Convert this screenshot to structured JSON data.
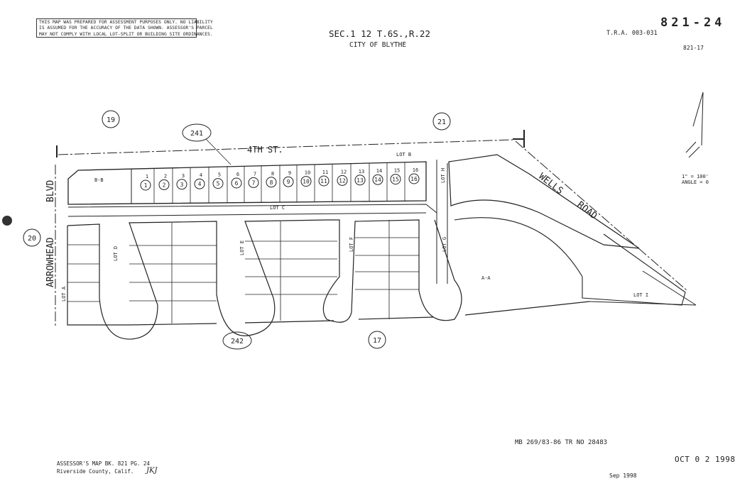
{
  "disclaimer": {
    "line1": "THIS MAP WAS PREPARED FOR ASSESSMENT PURPOSES ONLY. NO LIABILITY",
    "line2": "IS ASSUMED FOR THE ACCURACY OF THE DATA SHOWN. ASSESSOR'S PARCEL",
    "line3": "MAY NOT COMPLY WITH LOCAL LOT-SPLIT OR BUILDING SITE ORDINANCES."
  },
  "header": {
    "section": "SEC.1 12 T.6S.,R.22",
    "city": "CITY OF BLYTHE",
    "tra": "T.R.A. 003-031",
    "page_number": "821-24",
    "sub_reference": "821-17"
  },
  "scale": {
    "line1": "1\" = 100'",
    "line2": "ANGLE = 0"
  },
  "streets": {
    "fourth": "4TH  ST.",
    "arrowhead": "ARROWHEAD",
    "blvd": "BLVD",
    "wells": "WELLS",
    "road": "ROAD"
  },
  "adjacent_pages": [
    "19",
    "21",
    "20",
    "17",
    "241",
    "242"
  ],
  "lot_labels": [
    "LOT B",
    "LOT C",
    "LOT A",
    "LOT D",
    "LOT E",
    "LOT F",
    "LOT G",
    "LOT H",
    "LOT I",
    "B-B",
    "A-A"
  ],
  "parcels_row_top": [
    "1",
    "2",
    "3",
    "4",
    "5",
    "6",
    "7",
    "8",
    "9",
    "10",
    "11",
    "12",
    "13",
    "14",
    "15",
    "16"
  ],
  "footer": {
    "map_ref": "MB 269/83-86 TR NO 28483",
    "stamp_date": "OCT 0 2 1998",
    "print_date": "Sep 1998",
    "assessor_line1": "ASSESSOR'S MAP BK. 821 PG. 24",
    "assessor_line2": "Riverside County, Calif.",
    "initials": "JKJ"
  }
}
